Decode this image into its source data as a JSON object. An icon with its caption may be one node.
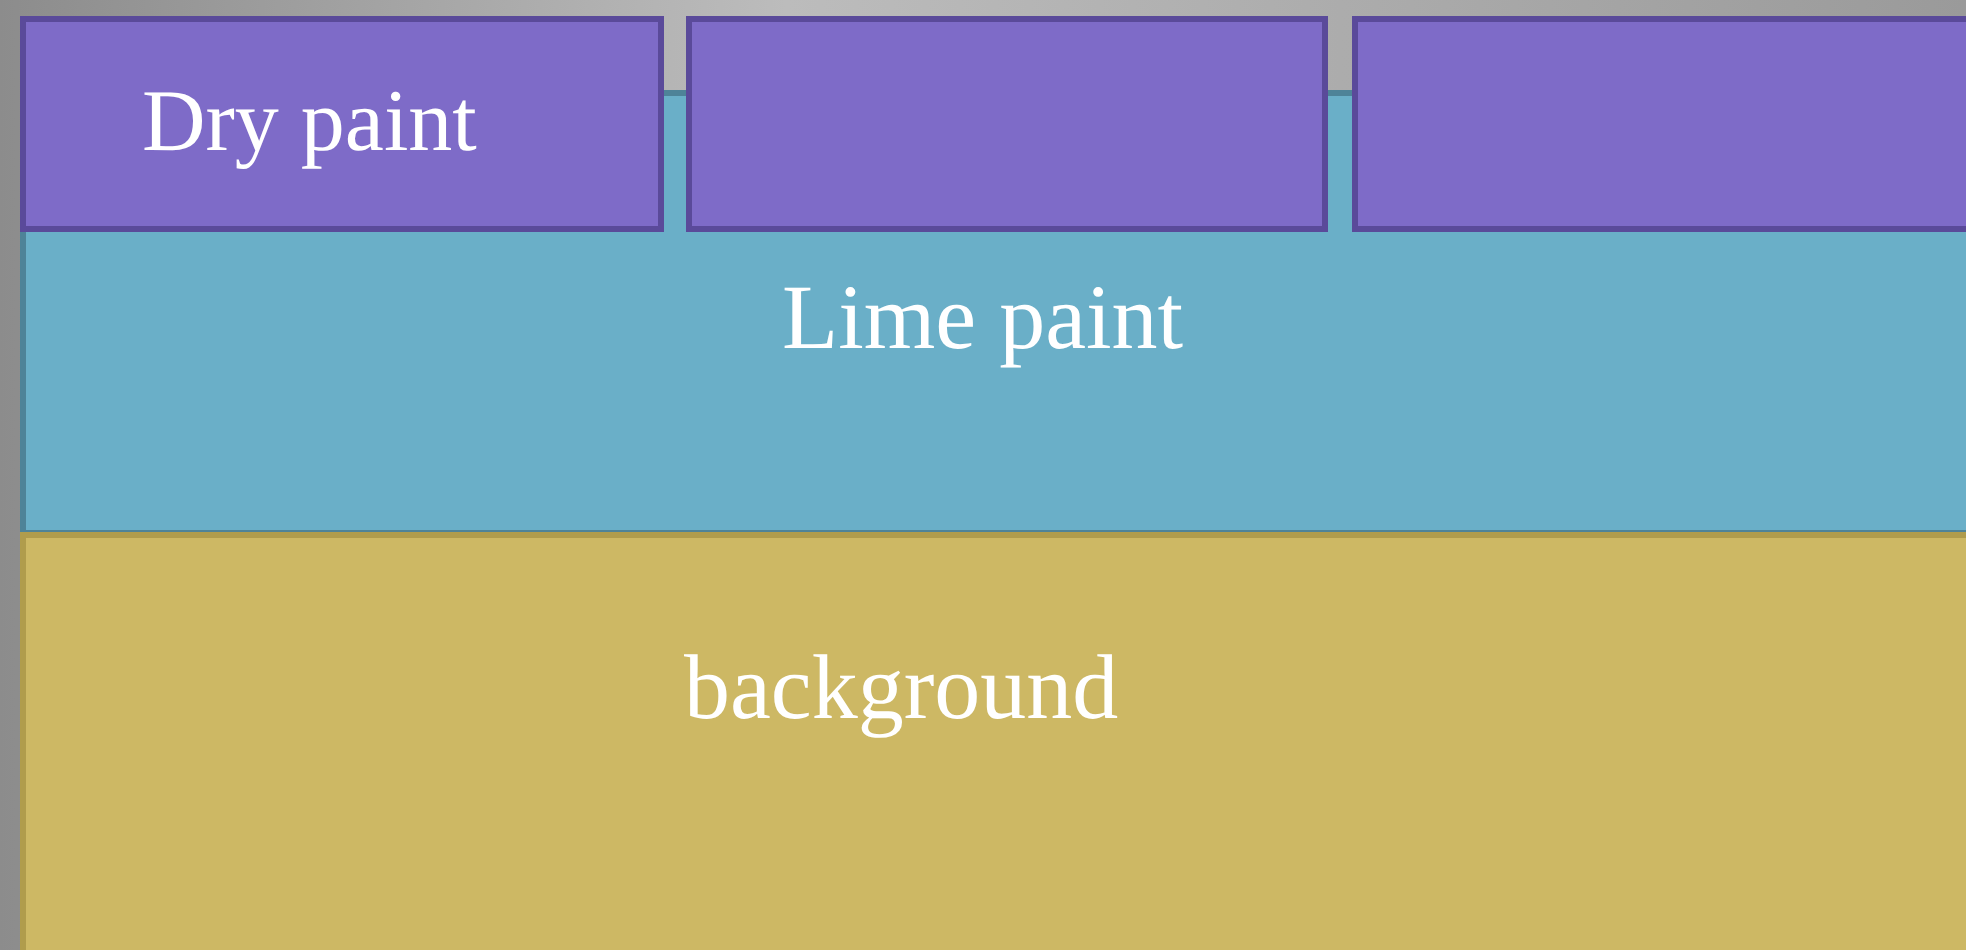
{
  "diagram": {
    "nodes": [
      {
        "text": [
          "Dry paint"
        ]
      },
      {
        "text": [],
        "shape": "box"
      },
      {
        "text": [],
        "shape": "box"
      },
      {
        "text": [
          "Lime paint"
        ]
      },
      {
        "text": [
          "background"
        ]
      }
    ]
  }
}
